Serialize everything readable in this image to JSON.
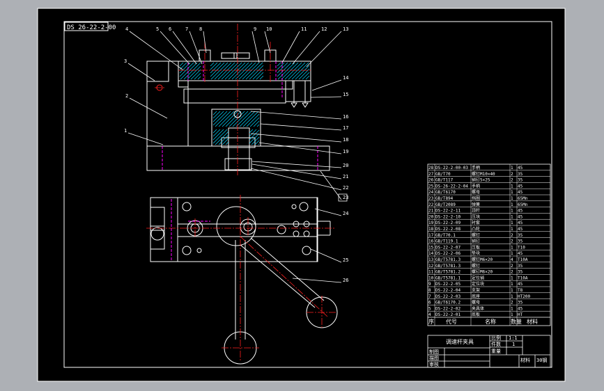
{
  "title_tag": "DS 26-22-2-00",
  "callouts": [
    "4",
    "5",
    "6",
    "7",
    "8",
    "9",
    "10",
    "11",
    "12",
    "13",
    "3",
    "14",
    "15",
    "2",
    "16",
    "17",
    "18",
    "1",
    "19",
    "20",
    "21",
    "22",
    "23",
    "24",
    "25",
    "26"
  ],
  "bom_rows": [
    [
      "28",
      "DS-22-2-00-03",
      "手柄",
      "1",
      "45"
    ],
    [
      "27",
      "GB/T70",
      "螺钉M10×40",
      "2",
      "35"
    ],
    [
      "26",
      "GB/T117",
      "销钉5×25",
      "2",
      "35"
    ],
    [
      "25",
      "DS-26-22-2-04",
      "手柄",
      "1",
      "45"
    ],
    [
      "24",
      "GB/T6170",
      "螺母",
      "1",
      "45"
    ],
    [
      "23",
      "GB/T894",
      "挡圈",
      "1",
      "65Mn"
    ],
    [
      "22",
      "GB/T2089",
      "弹簧",
      "1",
      "65Mn"
    ],
    [
      "21",
      "DS-22-2-11",
      "顶杆",
      "1",
      "45"
    ],
    [
      "20",
      "DS-22-2-10",
      "压块",
      "1",
      "45"
    ],
    [
      "19",
      "DS-22-2-09",
      "衬套",
      "1",
      "45"
    ],
    [
      "18",
      "DS-22-2-08",
      "凸轮",
      "1",
      "45"
    ],
    [
      "17",
      "GB/T70.1",
      "螺钉",
      "2",
      "35"
    ],
    [
      "16",
      "GB/T119.1",
      "销钉",
      "2",
      "35"
    ],
    [
      "15",
      "DS-22-2-07",
      "压板",
      "1",
      "T10"
    ],
    [
      "14",
      "DS-22-2-06",
      "垫块",
      "1",
      "45"
    ],
    [
      "13",
      "GB/T5781.3",
      "螺钉M6×20",
      "4",
      "T10A"
    ],
    [
      "12",
      "GB/T5781.3",
      "螺钉",
      "2",
      "35"
    ],
    [
      "11",
      "GB/T5781.2",
      "螺钉M6×20",
      "2",
      "35"
    ],
    [
      "10",
      "GB/T5781.1",
      "定位销",
      "1",
      "T10A"
    ],
    [
      "9",
      "DS-22-2-05",
      "定位块",
      "1",
      "45"
    ],
    [
      "8",
      "DS-22-2-04",
      "支架",
      "1",
      "T8"
    ],
    [
      "7",
      "DS-22-2-03",
      "底座",
      "1",
      "HT200"
    ],
    [
      "6",
      "GB/T6170.2",
      "螺母",
      "2",
      "35"
    ],
    [
      "5",
      "DS-22-2-02",
      "夹具体",
      "1",
      "45"
    ],
    [
      "4",
      "DS-22-2-01",
      "底板",
      "1",
      "HT"
    ]
  ],
  "bom_header": {
    "seq": "序",
    "code": "代号",
    "name": "名称",
    "qty": "数量",
    "material": "材料"
  },
  "title_block": {
    "name": "调速杆夹具",
    "scale_label": "比例",
    "scale_value": "1:1",
    "count_label": "件数",
    "count_value": "1",
    "weight_label": "重量",
    "material_label": "材料",
    "material_value": "30钢",
    "drawn_label": "制图",
    "design_label": "描图",
    "review_label": "审核"
  },
  "colors": {
    "line": "#ffffff",
    "hidden": "#ff00ff",
    "center": "#ff2020",
    "hatch": "#00d8ff",
    "leader": "#ffffff",
    "paper": "#000000",
    "frame": "#ffffff"
  }
}
